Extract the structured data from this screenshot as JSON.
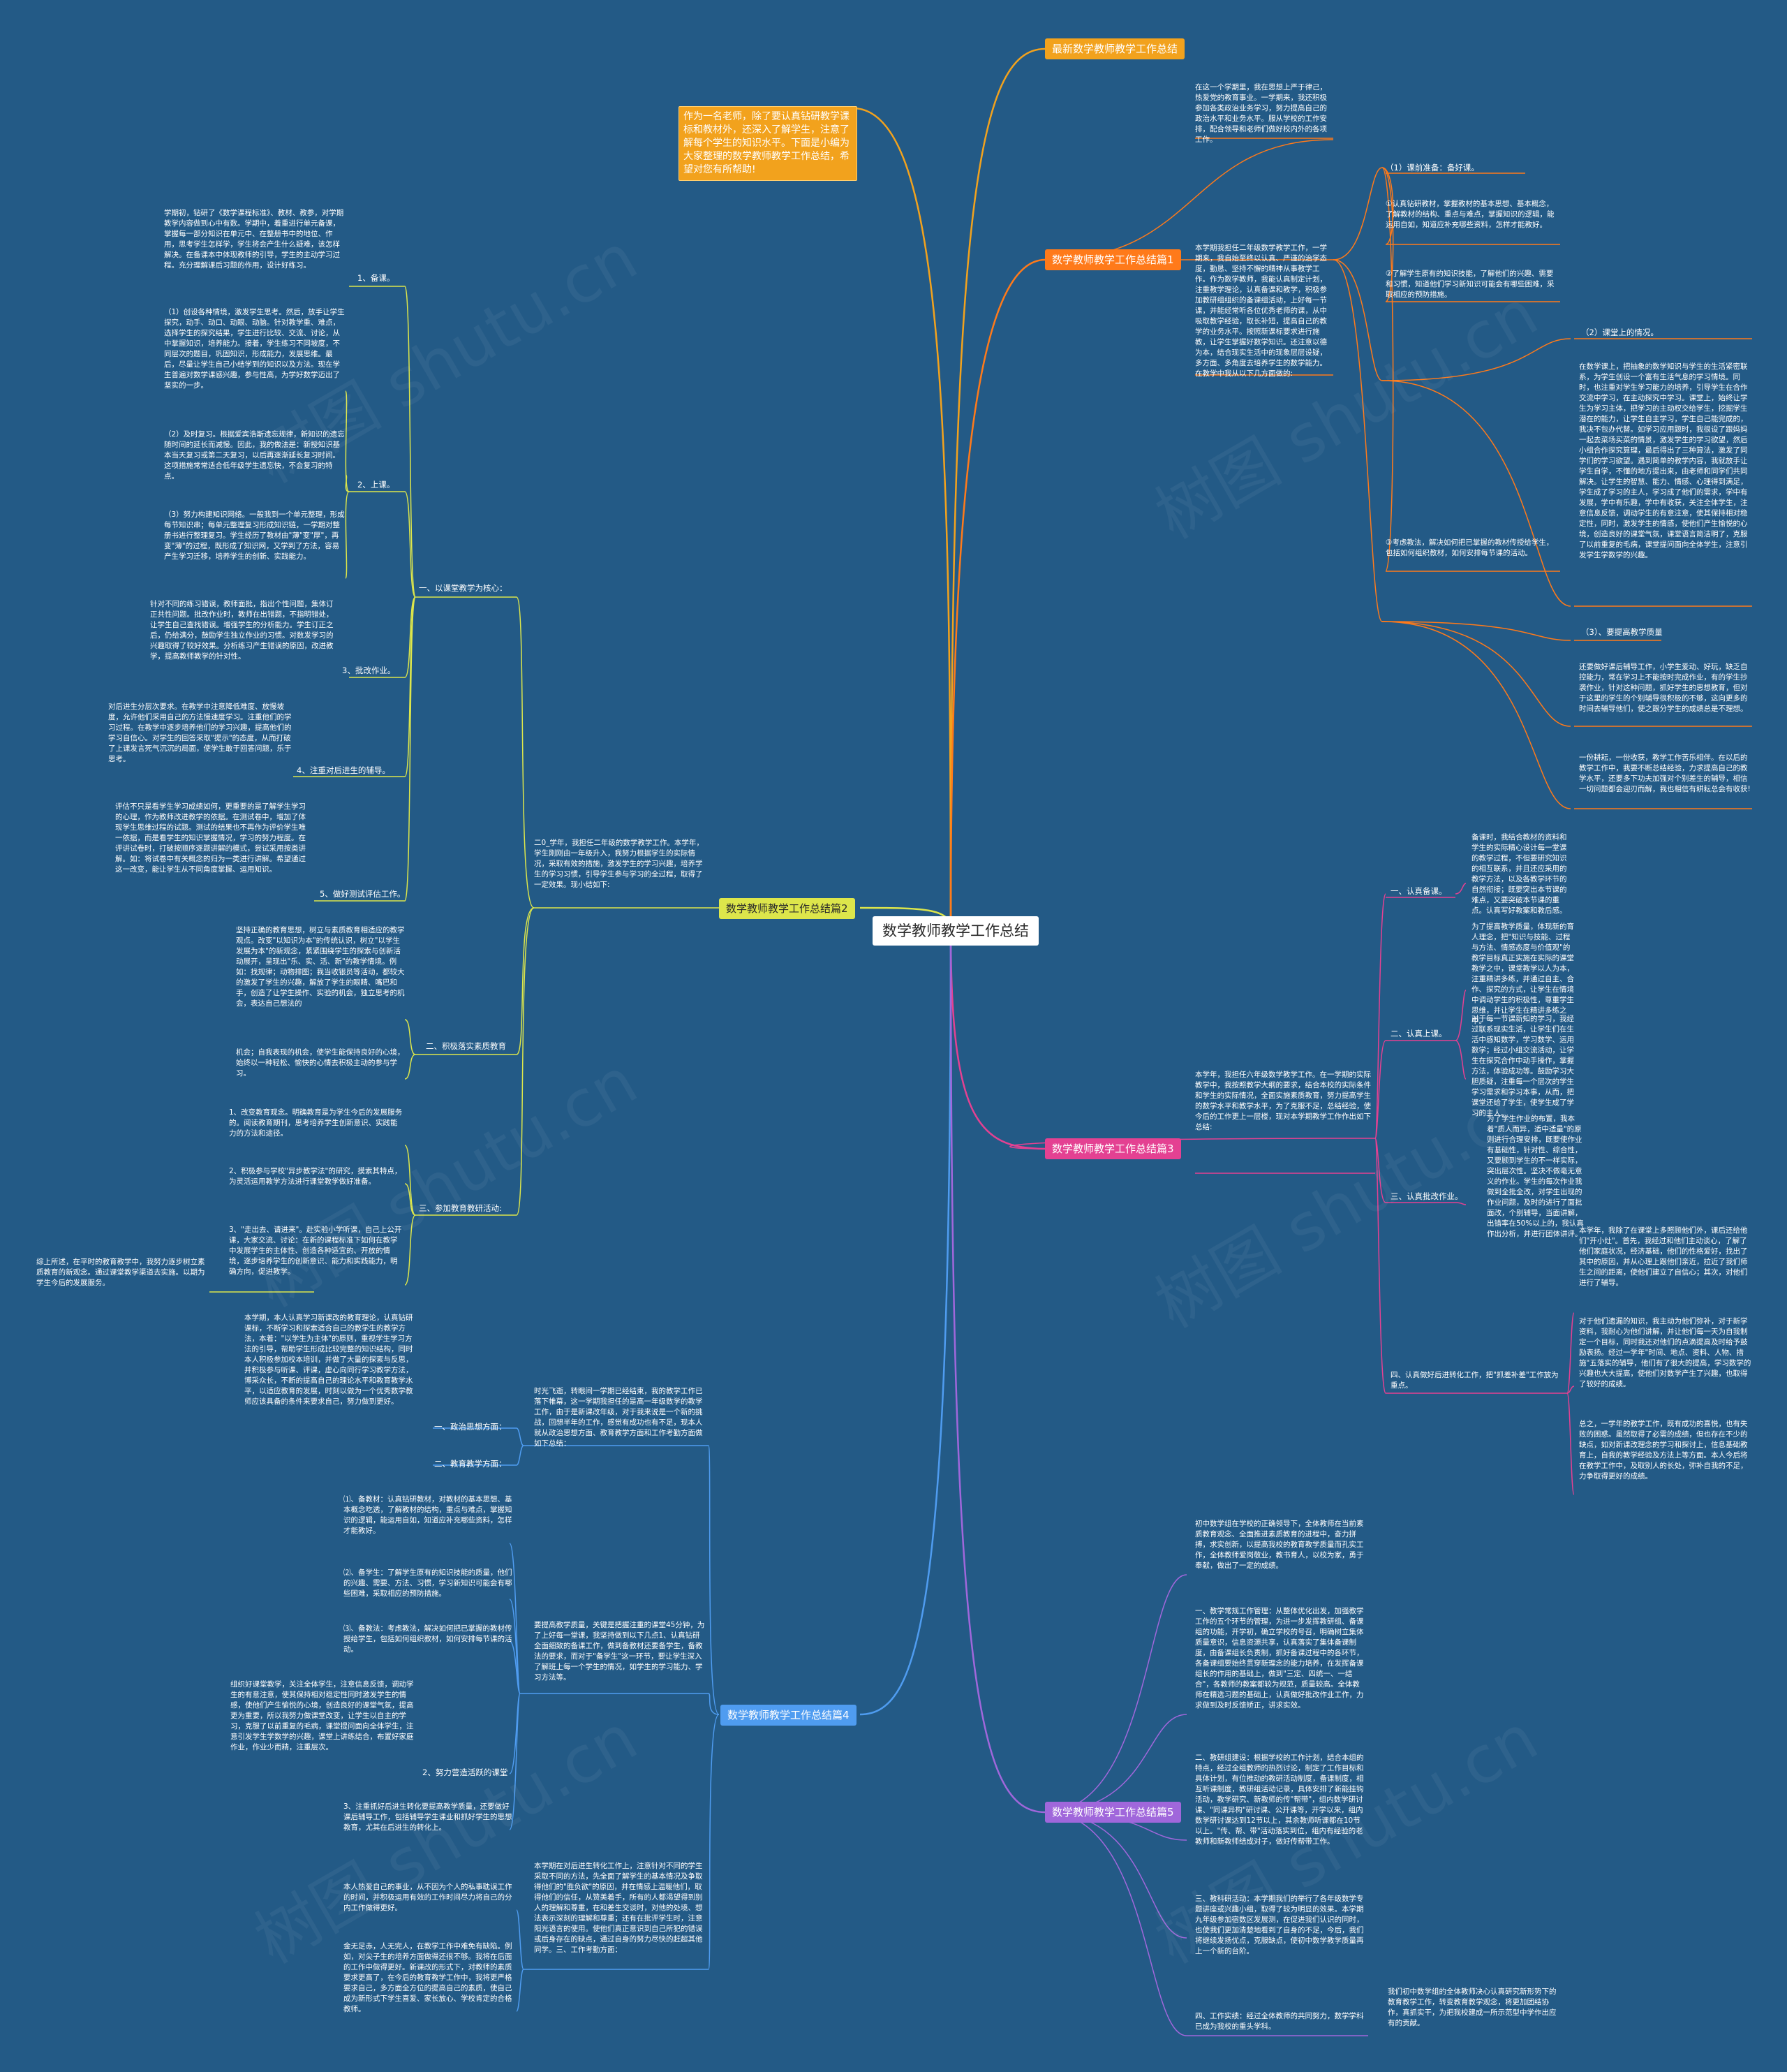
{
  "root": {
    "title": "数学教师教学工作总结"
  },
  "watermark": "树图 shutu.cn",
  "colors": {
    "background": "#235a86",
    "branch1": "#f2a21d",
    "branch2": "#ff7a1a",
    "branch3": "#dde64b",
    "branch4": "#e44192",
    "branch5": "#4f9cf0",
    "branch6": "#a067db"
  },
  "branches": {
    "b0": {
      "label": "最新数学教师教学工作总结"
    },
    "intro": {
      "text": "作为一名老师，除了要认真钻研教学课标和教材外，还深入了解学生，注意了解每个学生的知识水平。下面是小编为大家整理的数学教师教学工作总结，希望对您有所帮助!"
    },
    "b1": {
      "label": "数学教师教学工作总结篇1",
      "p1": "在这一个学期里，我在思想上严于律己，热爱党的教育事业。一学期来，我还积极参加各类政治业务学习，努力提高自己的政治水平和业务水平。服从学校的工作安排，配合领导和老师们做好校内外的各项工作。",
      "p2": "本学期我担任二年级数学教学工作，一学期来，我自始至终以认真、严谨的治学态度，勤恳、坚持不懈的精神从事教学工作。作为数学教师，我能认真制定计划，注重教学理论，认真备课和教学，积极参加教研组组织的备课组活动，上好每一节课，并能经常听各位优秀老师的课，从中吸取教学经验，取长补短，提高自己的教学的业务水平。按照新课标要求进行施教，让学生掌握好数学知识。还注意以德为本，结合现实生活中的现象层层设疑，多方面、多角度去培养学生的数学能力。在教学中我从以下几方面做的:",
      "s1": "（1）课前准备：备好课。",
      "s1a": "①认真钻研教材，掌握教材的基本思想、基本概念，了解教材的结构、重点与难点，掌握知识的逻辑，能运用自如，知道应补充哪些资料，怎样才能教好。",
      "s1b": "②了解学生原有的知识技能，了解他们的兴趣、需要和习惯，知道他们学习新知识可能会有哪些困难，采取相应的预防措施。",
      "s1c": "③考虑教法，解决如何把已掌握的教材传授给学生，包括如何组织教材，如何安排每节课的活动。",
      "s2": "（2）课堂上的情况。",
      "s2a": "在数学课上，把抽象的数学知识与学生的生活紧密联系，为学生创设一个富有生活气息的学习情境。同时，也注重对学生学习能力的培养，引导学生在合作交流中学习，在主动探究中学习。课堂上，始终让学生为学习主体，把学习的主动权交给学生，挖掘学生潜在的能力，让学生自主学习，学生自己能完成的，我决不包办代替。如学习应用题时，我很设了跟妈妈一起去菜场买菜的情景，激发学生的学习欲望，然后小组合作探究算理，最后得出了三种算法，激发了同学们的学习欲望。遇到简单的教学内容，我就放手让学生自学，不懂的地方提出来，由老师和同学们共同解决。让学生的智慧、能力、情感、心理得到满足，学生成了学习的主人，学习成了他们的需求，学中有发展，学中有乐趣，学中有收获，关注全体学生，注意信息反馈，调动学生的有意注意，使其保持相对稳定性，同时，激发学生的情感，使他们产生愉悦的心境，创造良好的课堂气氛，课堂语言简洁明了，克服了以前重复的毛病，课堂提问面向全体学生，注意引发学生学数学的兴趣。",
      "s3": "（3）、要提高教学质量",
      "s3a": "还要做好课后辅导工作，小学生爱动、好玩，缺乏自控能力，常在学习上不能按时完成作业，有的学生抄袭作业，针对这种问题，抓好学生的思想教育，但对于这里的学生的个别辅导很积极的不够，这向更多的时间去辅导他们，使之跟分学生的成绩总是不理想。",
      "s3b": "一份耕耘，一份收获，教学工作苦乐相伴。在以后的教学工作中，我要不断总结经验，力求提高自己的教学水平，还要多下功夫加强对个别差生的辅导，相信一切问题都会迎刃而解，我也相信有耕耘总会有收获!"
    },
    "b2": {
      "label": "数学教师教学工作总结篇2",
      "intro": "二0_学年，我担任二年级的数学教学工作。本学年，学生刚刚由一年级升入，我努力根据学生的实际情况，采取有效的措施，激发学生的学习兴趣，培养学生的学习习惯，引导学生参与学习的全过程，取得了一定效果。现小结如下:",
      "h1": "一、以课堂教学为核心：",
      "h1s1": "1、备课。",
      "h1s1t": "学期初，钻研了《数学课程标准》、教材、教参，对学期教学内容做到心中有数。学期中，着重进行单元备课，掌握每一部分知识在单元中、在整册书中的地位、作用，思考学生怎样学，学生将会产生什么疑难，该怎样解决。在备课本中体现教师的引导，学生的主动学习过程。充分理解课后习题的作用，设计好练习。",
      "h1s2": "2、上课。",
      "h1s2a": "（1）创设各种情境，激发学生思考。然后，放手让学生探究，动手、动口、动眼、动脑。针对教学重、难点，选择学生的探究结果，学生进行比较、交流、讨论，从中掌握知识，培养能力。接着，学生练习不同坡度，不同层次的题目，巩固知识，形成能力，发展思维。最后，尽量让学生自己小结学到的知识以及方法。现在学生普遍对数学课感兴趣，参与性高，为学好数学迈出了坚实的一步。",
      "h1s2b": "（2）及时复习。根据爱宾浩斯遗忘规律，新知识的遗忘随时间的延长而减慢。因此，我的做法是：新授知识基本当天复习或第二天复习，以后再逐渐延长复习时间。这项措施常常适合低年级学生遗忘快，不会复习的特点。",
      "h1s2c": "（3）努力构建知识网络。一般我到一个单元整理，形成每节知识串；每单元整理复习形成知识链，一学期对整册书进行整理复习。学生经历了教材由\"薄\"变\"厚\"，再变\"薄\"的过程，既形成了知识网，又学到了方法，容易产生学习迁移，培养学生的创新、实践能力。",
      "h1s3": "3、批改作业。",
      "h1s3t": "针对不同的练习错误，教师面批，指出个性问题，集体订正共性问题。批改作业时，教师在出错题，不指明错处，让学生自己查找错误。增强学生的分析能力。学生订正之后，仍给满分，鼓励学生独立作业的习惯。对数发学习的兴趣取得了较好效果。分析练习产生错误的原因，改进教学，提高教师教学的针对性。",
      "h1s4": "4、注重对后进生的辅导。",
      "h1s4t": "对后进生分层次要求。在教学中注意降低难度、放慢坡度，允许他们采用自己的方法慢速度学习。注重他们的学习过程。在教学中逐步培养他们的学习兴趣，提高他们的学习自信心。对学生的回答采取\"提示\"的态度，从而打破了上课发言死气沉沉的局面，使学生敢于回答问题，乐于思考。",
      "h1s5": "5、做好测试评估工作。",
      "h1s5t": "评估不只是看学生学习成绩如何，更重要的是了解学生学习的心理，作为教师改进教学的依据。在测试卷中，增加了体现学生思维过程的试题。测试的结果也不再作为评价学生唯一依据，而是看学生的知识掌握情况，学习的努力程度。在评讲试卷时，打破按顺序逐题讲解的模式，尝试采用按类讲解。如：将试卷中有关概念的归为一类进行讲解。希望通过这一改变，能让学生从不同角度掌握、运用知识。",
      "h2": "二、积极落实素质教育",
      "h2a": "坚持正确的教育思想，树立与素质教育相适应的教学观点。改变\"以知识为本\"的传统认识，树立\"以学生发展为本\"的新观念，紧紧围绕学生的探索与创新活动展开，呈现出\"乐、实、活、新\"的教学情境。例如：找规律；动物排图；我当收银员等活动，都较大的激发了学生的兴趣，解放了学生的眼睛、嘴巴和手，创造了让学生操作、实验的机会，独立思考的机会，表达自己想法的",
      "h2b": "机会；自我表现的机会，使学生能保持良好的心境，始终以一种轻松、愉快的心情去积极主动的参与学习。",
      "h3": "三、参加教育教研活动:",
      "h3a": "1、改变教育观念。明确教育是为学生今后的发展服务的。阅读教育期刊，思考培养学生创新意识、实践能力的方法和途径。",
      "h3b": "2、积极参与学校\"异步教学法\"的研究，摸索其特点，为灵活运用教学方法进行课堂教学做好准备。",
      "h3c": "3、\"走出去、请进来\"。赴实验小学听课，自己上公开课，大家交流、讨论：在新的课程标准下如何在教学中发展学生的主体性、创造各种适宜的、开放的情境，逐步培养学生的创新意识、能力和实践能力，明确方向，促进教学。",
      "summary": "综上所述，在平时的教育教学中，我努力逐步树立素质教育的新观念。通过课堂教学渠道去实施。以期为学生今后的发展服务。"
    },
    "b3": {
      "label": "数学教师教学工作总结篇3",
      "intro": "本学年，我担任六年级数学教学工作。在一学期的实际教学中，我按照教学大纲的要求，结合本校的实际条件和学生的实际情况，全面实施素质教育，努力提高学生的数学水平和教学水平，为了克服不足，总结经验，使今后的工作更上一层楼，现对本学期教学工作作出如下总结:",
      "h1": "一、认真备课。",
      "h1t": "备课时，我结合教材的资料和学生的实际精心设计每一堂课的教学过程，不但要研究知识的相互联系，并且还应采用的教学方法，以及各教学环节的自然衔接；既要突出本节课的难点，又要突破本节课的重点。认真写好教案和教后感。",
      "h2": "二、认真上课。",
      "h2a": "为了提高教学质量，体现新的育人理念，把\"知识与技能、过程与方法、情感态度与价值观\"的教学目标真正实施在实际的课堂教学之中，课堂教学以人为本，注重精讲多练，并通过自主、合作、探究的方式，让学生在情境中调动学生的积极性，尊重学生思维，并让学生在精讲多练之中。",
      "h2b": "对于每一节课新知的学习，我经过联系现实生活，让学生们在生活中感知数学，学习数学、运用数学；经过小组交流活动，让学生在探究合作中动手操作，掌握方法，体验成功等。鼓励学习大胆质疑，注重每一个层次的学生学习需求和学习本事，从而，把课堂还给了学生，使学生成了学习的主人。",
      "h3": "三、认真批改作业。",
      "h3t": "为了学生作业的布置，我本着\"质人而异，适中适量\"的原则进行合理安排，既要使作业有基础性，针对性、综合性，又要顾到学生的不一样实际，突出层次性。坚决不做毫无意义的作业。学生的每次作业我做到全批全改，对学生出现的作业问题，及时的进行了面批面改，个别辅导，当面讲解，出错率在50%以上的，我认真作出分析，并进行团体讲评。",
      "h4": "四、认真做好后进转化工作，把\"抓差补差\"工作放为重点。",
      "h4a": "本学年，我除了在课堂上多照顾他们外，课后还给他们\"开小灶\"。首先，我经过和他们主动谈心，了解了他们家庭状况，经济基础，他们的性格爱好，找出了其中的原因，并从心理上跟他们亲近，拉近了我们师生之间的距离，使他们建立了自信心；其次，对他们进行了辅导。",
      "h4b": "对于他们遗漏的知识，我主动为他们弥补，对于新学资料，我耐心为他们讲解，并让他们每一天为自我制定一个目标，同时我还对他们的点滴提高及时给予鼓励表扬。经过一学年\"时间、地点、资料、人物、措施\"五落实的辅导，他们有了很大的提高，学习数学的兴趣也大大提高，使他们对数学产生了兴趣，也取得了较好的成绩。",
      "summary": "总之，一学年的教学工作，既有成功的喜悦，也有失败的困惑。虽然取得了必需的成绩，但也存在不少的缺点，如对新课改理念的学习和探讨上，信息基础教育上，自我的教学经验及方法上等方面。本人今后将在教学工作中，及取别人的长处，弥补自我的不足，力争取得更好的成绩。"
    },
    "b4": {
      "label": "数学教师教学工作总结篇4",
      "intro": "时光飞逝，转眼间一学期已经结束，我的教学工作已落下帷幕，这一学期我担任的是高一年级数学的教学工作，由于是新课改年级，对于我来说是一个新的挑战，回想半年的工作，感觉有成功也有不足，现本人就从政治思想方面、教育教学方面和工作考勤方面做如下总结：",
      "h1": "一、政治思想方面：",
      "h1t": "本学期，本人认真学习新课改的教育理论，认真钻研课标，不断学习和探索适合自己的教学生的教学方法，本着：\"以学生为主体\"的原则，重视学生学习方法的引导，帮助学生形成比较完整的知识结构，同时本人积极参加校本培训，并做了大量的探索与反思，并积极参与听课、评课，虚心向同行学习教学方法，博采众长，不断的提高自己的理论水平和教育教学水平，以适应教育的发展，时刻以做为一个优秀数学教师应该具备的条件来要求自己，努力做到更好。",
      "h2": "二、教育教学方面：",
      "h2intro": "要提高教学质量，关键是把握注重的课堂45分钟，为了上好每一堂课，我坚持做到以下几点1、认真钻研全面细致的备课工作，做到备教材还要备学生，备教法的要求，而对于\"备学生\"这一环节，要让学生深入了解班上每一个学生的情况，如学生的学习能力、学习方法等。",
      "h2a": "⑴、备教材：认真钻研教材，对教材的基本思想、基本概念吃透，了解教材的结构，重点与难点，掌握知识的逻辑，能运用自如，知道应补充哪些资料，怎样才能教好。",
      "h2b": "⑵、备学生：了解学生原有的知识技能的质量，他们的兴趣、需要、方法、习惯，学习新知识可能会有哪些困难，采取相应的预防措施。",
      "h2c": "⑶、备教法：考虑教法，解决如何把已掌握的教材传授给学生，包括如何组织教材，如何安排每节课的活动。",
      "h2s2": "2、努力营造活跃的课堂",
      "h2s2t": "组织好课堂教学，关注全体学生，注意信息反馈，调动学生的有意注意，使其保持相对稳定性同时激发学生的情感，使他们产生愉悦的心境，创造良好的课堂气氛，提高更为重要，所以我努力做课堂改变，让学生以自主的学习，克服了以前重复的毛病，课堂提问面向全体学生，注意引发学生学数学的兴趣，课堂上讲练结合，布置好家庭作业，作业少而精，注重层次。",
      "h2s3": "3、注重抓好后进生转化要提高教学质量，还要做好课后辅导工作，包括辅导学生课业和抓好学生的思想教育，尤其在后进生的转化上。",
      "h3intro": "本学期在对后进生转化工作上，注意针对不同的学生采取不同的方法，先全面了解学生的基本情况及争取得他们的\"胜负欲\"的原因，并在情感上温暖他们，取得他们的信任，从赞美着手，所有的人都渴望得到别人的理解和尊重，在和差生交谈时，对他的处境、想法表示深刻的理解和尊重；还有在批评学生时，注意阳光语言的使用。使他们真正意识到自己所犯的错误或后身存在的缺点，通过自身的努力尽快的赶超其他同学。三、工作考勤方面：",
      "h3a": "本人热爱自己的事业，从不因为个人的私事耽误工作的时间，并积极运用有效的工作时间尽力将自己的分内工作做得更好。",
      "h3b": "金无足赤，人无完人，在教学工作中难免有缺陷。例如，对尖子生的培养方面做得还很不够。我将在后面的工作中做得更好。新课改的形式下，对教师的素质要求更高了，在今后的教育教学工作中，我将更严格要求自己，多方面全方位的提高自己的素质，使自己成为新形式下学生喜爱、家长放心、学校肯定的合格教师。"
    },
    "b5": {
      "label": "数学教师教学工作总结篇5",
      "intro": "初中数学组在学校的正确领导下，全体教师在当前素质教育观念、全面推进素质教育的进程中，奋力拼搏，求实创新，以提高我校的教育教学质量而孔实工作，全体教师爱岗敬业，教书育人，以校为家，勇于奉献，做出了一定的成绩。",
      "p1": "一、教学常规工作管理：从整体优化出发，加强教学工作的五个环节的管理，为进一步发挥教研组、备课组的功能，开学初，确立学校的号召，明确树立集体质量意识，信息资源共享，认真落实了集体备课制度，由备课组长负责制，抓好备课过程中的各环节，各备课组要始终贯穿新理念的能力培养，在发挥备课组长的作用的基础上，做到\"三定、四统一、一结合\"，各教师的教案都较为规范，质量较高。全体教师在精选习题的基础上，认真做好批改作业工作，力求做到及时反馈矫正，讲求实效。",
      "p2": "二、教研组建设：根据学校的工作计划，结合本组的特点，经过全组教师的热烈讨论，制定了工作目标和具体计划，有位推动的教研活动制度，备课制度，相互听课制度，教研组活动记录，具体安排了新能挂钩活动，教学研究、新教师的传\"帮带\"，组内数学研讨课、\"同课异构\"研讨课、公开课等，开学以来，组内数学研讨课达到12节以上，其余教师听课都在10节以上。\"传、帮、带\"活动落实到位，组内有经验的老教师和新教师结成对子，做好传帮带工作。",
      "p3": "三、教科研活动：本学期我们的举行了各年级数学专题讲座或兴趣小组，取得了较为明显的效果。本学期九年级参加宿数区发展测，在促进我们认识的同时，也使我们更加清楚地看到了自身的不足，今后，我们将继续发扬优点，克服缺点，使初中数学教学质量再上一个新的台阶。",
      "p4": "四、工作实绩：经过全体教师的共同努力，数学学科已成为我校的重头学科。",
      "p5": "我们初中数学组的全体教师决心认真研究新形势下的教育教学工作，转变教育教学观念，将更加团结协作，真抓实干，为把我校建成一所示范型中学作出应有的贡献。"
    }
  }
}
